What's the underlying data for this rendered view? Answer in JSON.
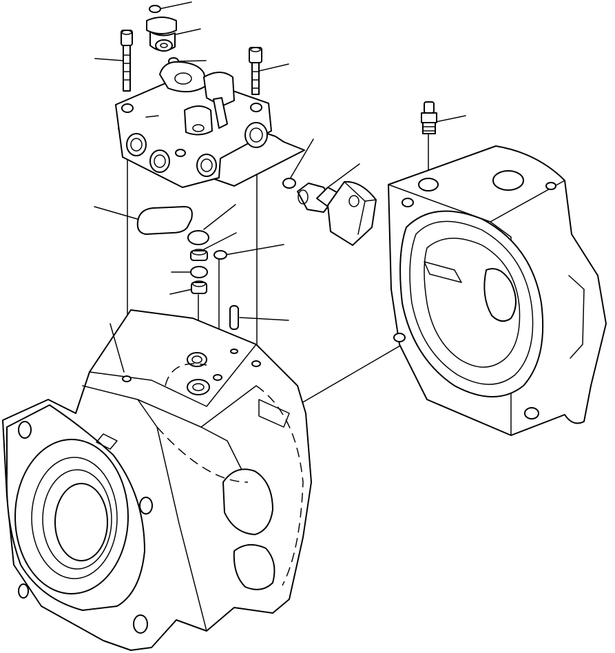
{
  "figure": {
    "kind": "exploded-parts-line-drawing",
    "background_color": "#ffffff",
    "line_color": "#000000",
    "parts": [
      "o-ring-top",
      "plug-fitting",
      "o-ring-small",
      "bolt-left",
      "bolt-right",
      "valve-block",
      "gasket-plate",
      "o-ring-seal",
      "solenoid-valve",
      "small-gasket",
      "washer-upper",
      "spool-lower",
      "washer-mid",
      "o-ring-right",
      "dowel-pin",
      "grease-nipple",
      "end-cover-housing",
      "pump-main-housing"
    ]
  }
}
